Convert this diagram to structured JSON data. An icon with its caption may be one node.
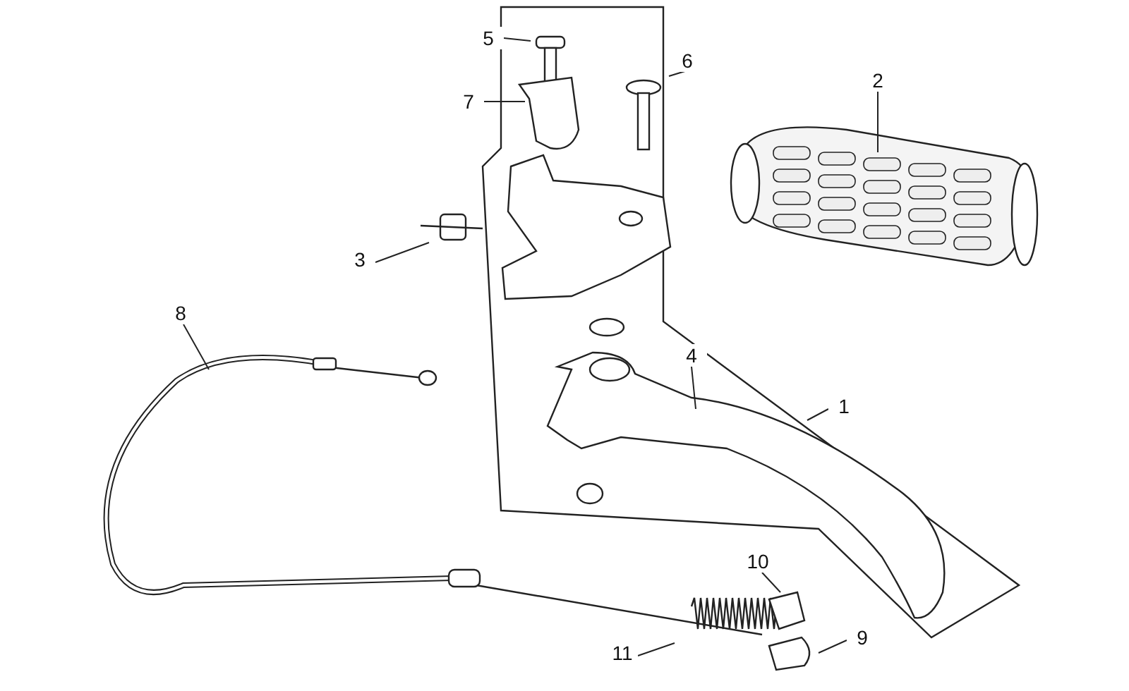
{
  "diagram": {
    "nodes": [
      {
        "text": [
          "5"
        ]
      },
      {
        "text": [
          "6"
        ]
      },
      {
        "text": [
          "7"
        ]
      },
      {
        "text": [
          "2"
        ]
      },
      {
        "text": [
          "3"
        ]
      },
      {
        "text": [
          "8"
        ]
      },
      {
        "text": [
          "4"
        ]
      },
      {
        "text": [
          "1"
        ]
      },
      {
        "text": [
          "10"
        ]
      },
      {
        "text": [
          "9"
        ]
      },
      {
        "text": [
          "11"
        ]
      }
    ],
    "edges": [
      {
        "from": 0,
        "to": null,
        "arrow": "none"
      },
      {
        "from": 1,
        "to": null,
        "arrow": "none"
      },
      {
        "from": 2,
        "to": null,
        "arrow": "none"
      },
      {
        "from": 3,
        "to": null,
        "arrow": "none"
      },
      {
        "from": 4,
        "to": null,
        "arrow": "none"
      },
      {
        "from": 5,
        "to": null,
        "arrow": "none"
      },
      {
        "from": 6,
        "to": null,
        "arrow": "none"
      },
      {
        "from": 7,
        "to": null,
        "arrow": "none"
      },
      {
        "from": 8,
        "to": null,
        "arrow": "none"
      },
      {
        "from": 9,
        "to": null,
        "arrow": "none"
      },
      {
        "from": 10,
        "to": null,
        "arrow": "none"
      }
    ]
  }
}
